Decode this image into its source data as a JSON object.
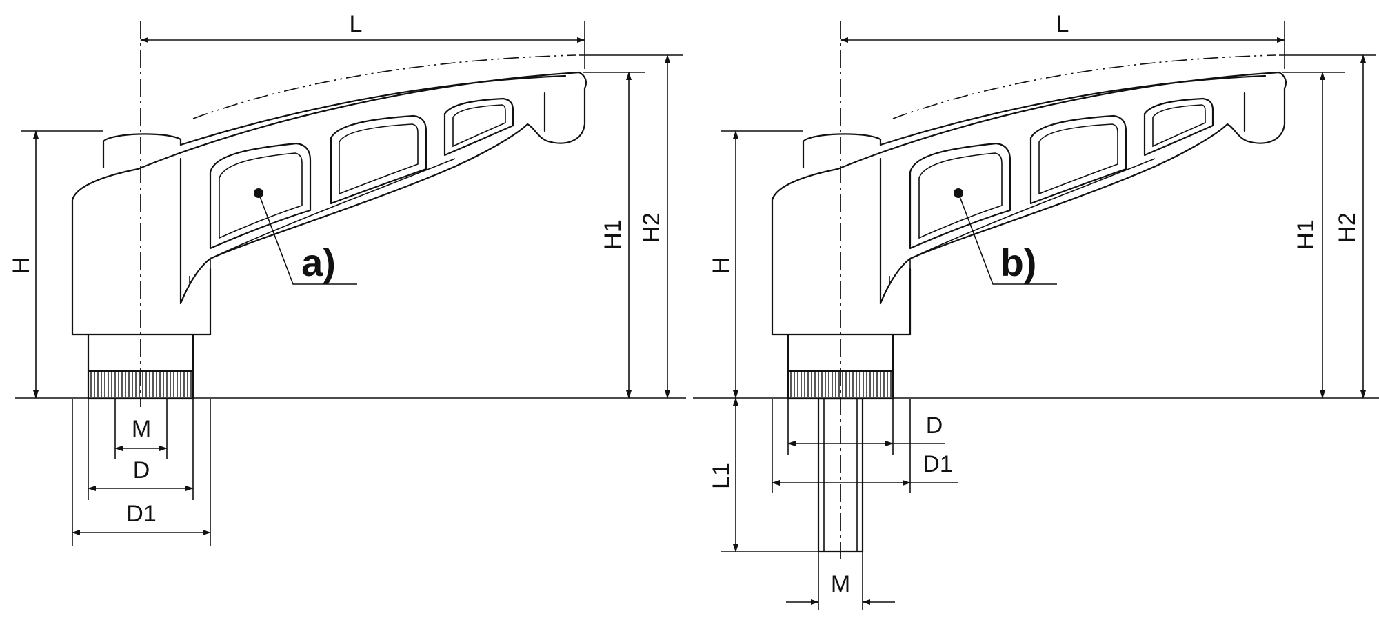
{
  "figures": [
    {
      "id": "a",
      "tag": "a)",
      "dimensions": {
        "L": "L",
        "H": "H",
        "H1": "H1",
        "H2": "H2",
        "M": "M",
        "D": "D",
        "D1": "D1"
      }
    },
    {
      "id": "b",
      "tag": "b)",
      "dimensions": {
        "L": "L",
        "H": "H",
        "H1": "H1",
        "H2": "H2",
        "M": "M",
        "D": "D",
        "D1": "D1",
        "L1": "L1"
      }
    }
  ]
}
